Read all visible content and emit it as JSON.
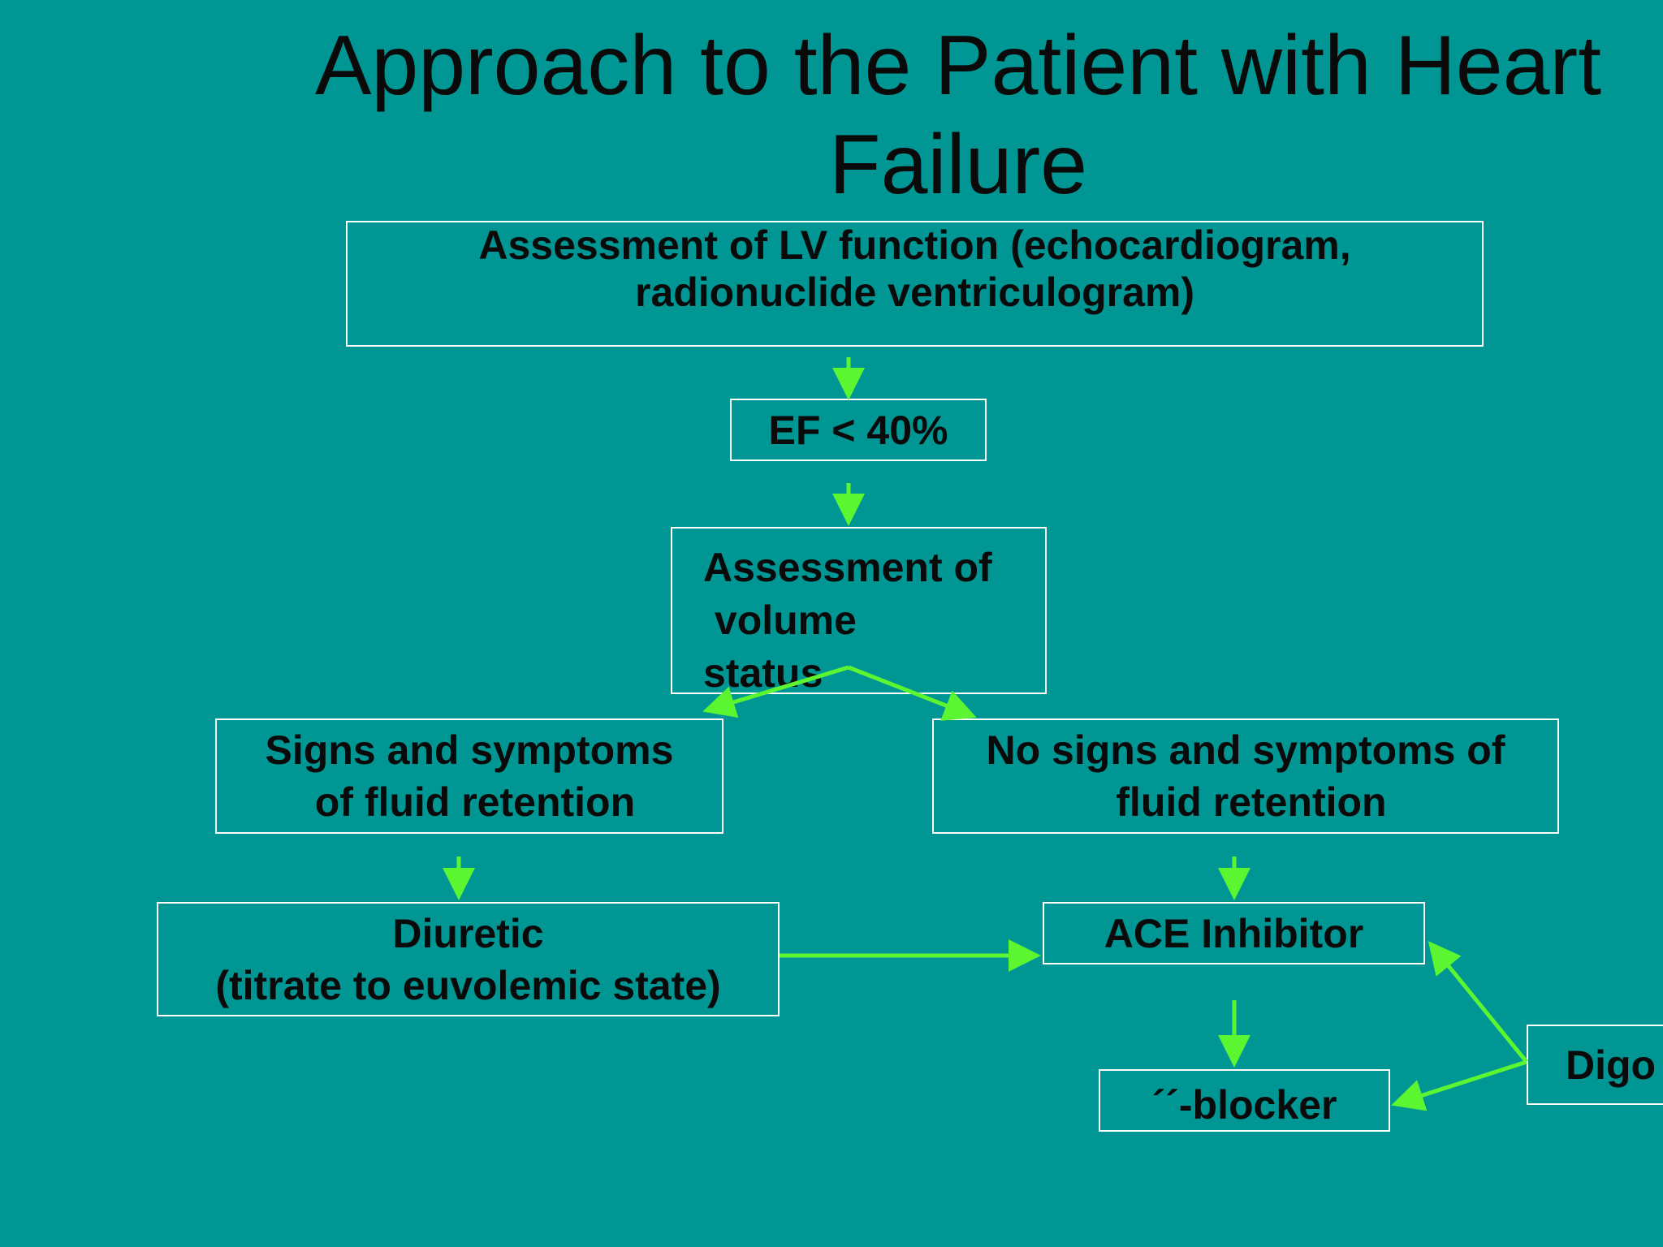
{
  "slide": {
    "background": "#009694",
    "title": "Approach to the Patient with Heart\nFailure",
    "accent_arrow_color": "#5cf531",
    "box_border_color": "#ffffff"
  },
  "boxes": {
    "lv_assessment": "Assessment of LV function (echocardiogram,\nradionuclide ventriculogram)",
    "ef": "EF < 40%",
    "volume_status": "Assessment of\n volume\nstatus",
    "signs": "Signs and symptoms\n of fluid retention",
    "no_signs": "No signs and symptoms of\n fluid retention",
    "diuretic": "Diuretic\n(titrate to euvolemic state)",
    "ace": "ACE Inhibitor",
    "beta": "´´-blocker",
    "digo": "Digo"
  }
}
